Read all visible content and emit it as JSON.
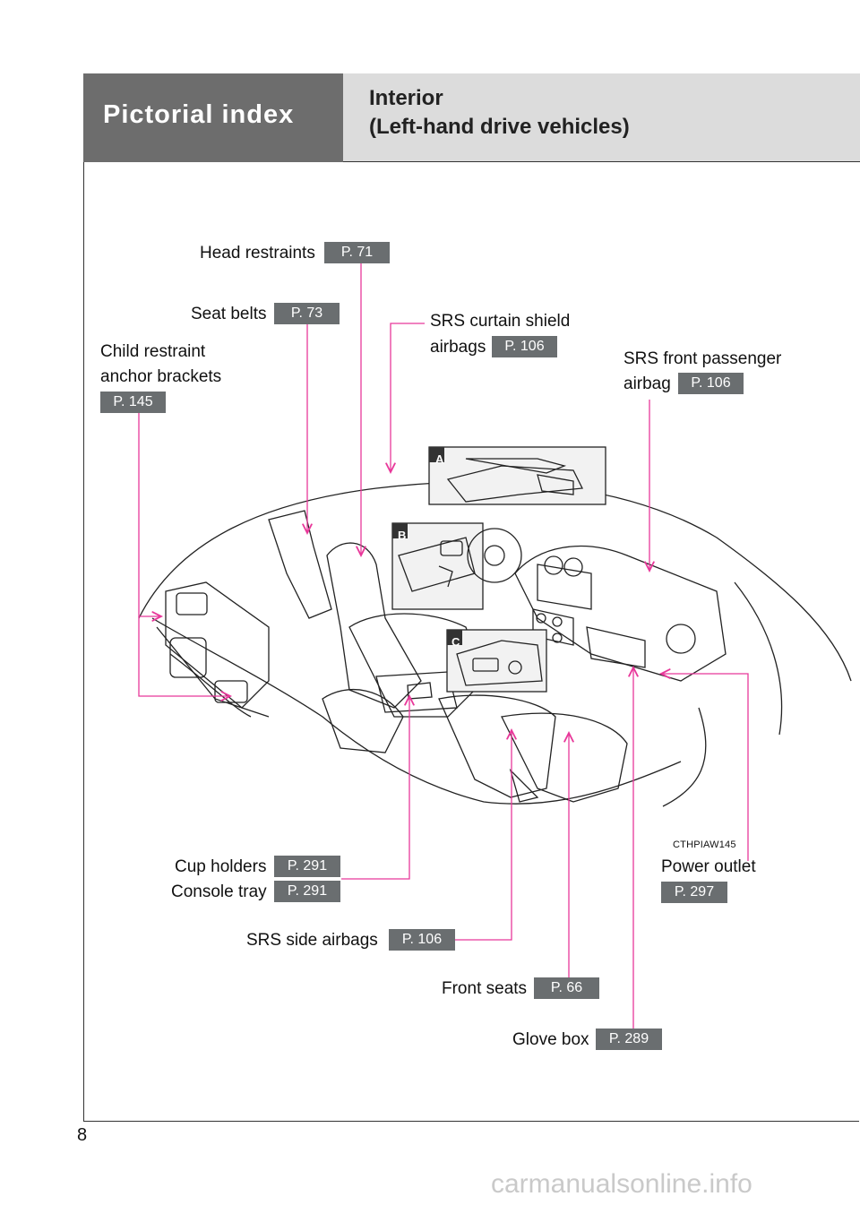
{
  "header": {
    "section": "Pictorial index",
    "title_line1": "Interior",
    "title_line2": "(Left-hand drive vehicles)"
  },
  "callouts": {
    "head_restraints": {
      "label": "Head restraints",
      "page": "P. 71"
    },
    "seat_belts": {
      "label": "Seat belts",
      "page": "P. 73"
    },
    "srs_curtain_line1": "SRS curtain shield",
    "srs_curtain": {
      "label": "airbags",
      "page": "P. 106"
    },
    "child_restraint_line1": "Child restraint",
    "child_restraint_line2": "anchor brackets",
    "child_restraint": {
      "page": "P. 145"
    },
    "srs_front_line1": "SRS front passenger",
    "srs_front": {
      "label": "airbag",
      "page": "P. 106"
    },
    "cup_holders": {
      "label": "Cup holders",
      "page": "P. 291"
    },
    "console_tray": {
      "label": "Console tray",
      "page": "P. 291"
    },
    "power_outlet": {
      "label": "Power outlet",
      "page": "P. 297"
    },
    "srs_side": {
      "label": "SRS side airbags",
      "page": "P. 106"
    },
    "front_seats": {
      "label": "Front seats",
      "page": "P. 66"
    },
    "glove_box": {
      "label": "Glove box",
      "page": "P. 289"
    }
  },
  "insets": {
    "a": "A",
    "b": "B",
    "c": "C"
  },
  "illustration_code": "CTHPIAW145",
  "page_number": "8",
  "watermark": "carmanualsonline.info",
  "colors": {
    "leader": "#e8389a",
    "badge": "#6a6e70",
    "header_dark": "#6d6d6d",
    "header_light": "#dcdcdc"
  }
}
